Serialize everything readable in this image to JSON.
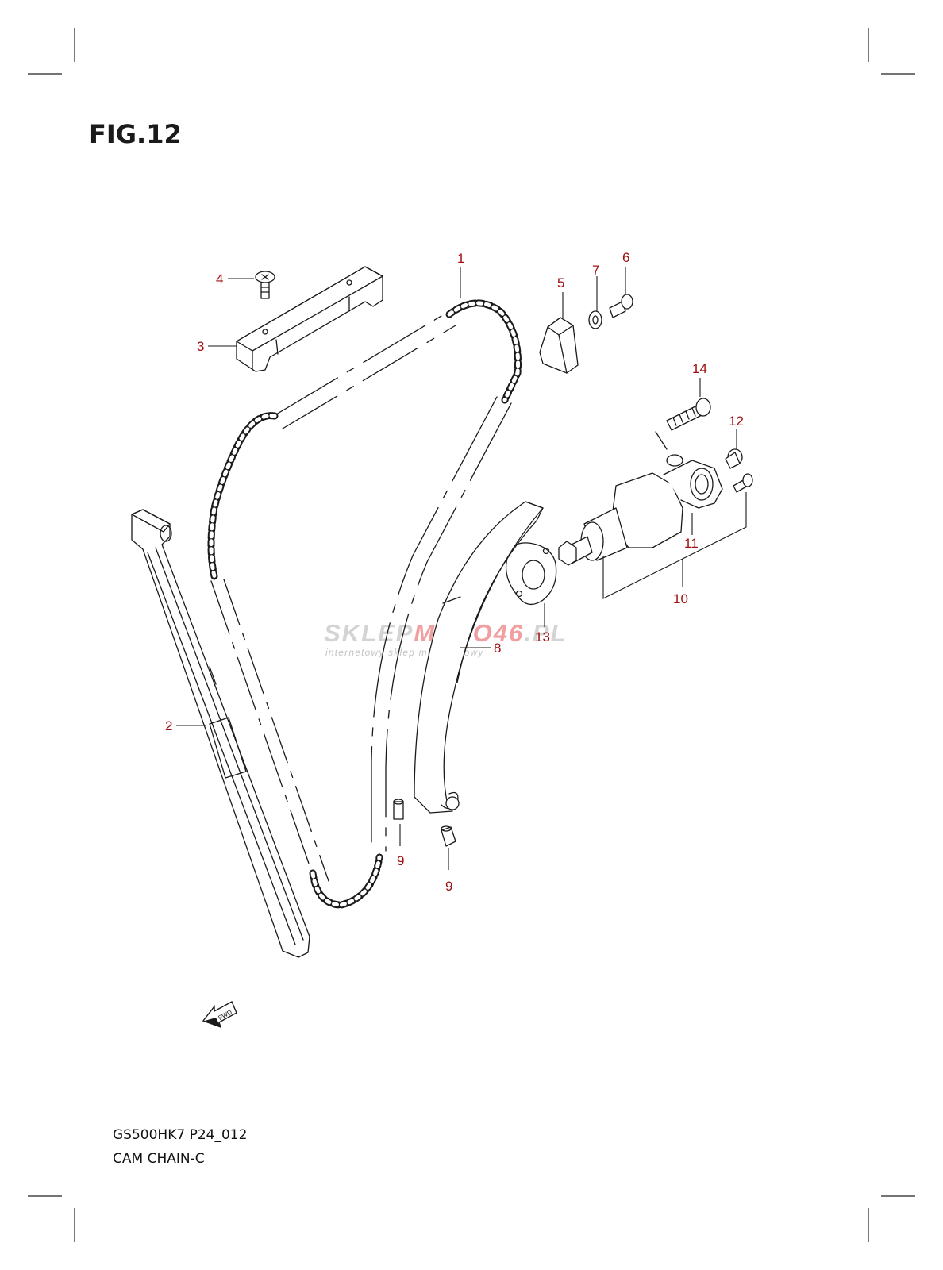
{
  "figure": {
    "title": "FIG.12",
    "model_code": "GS500HK7 P24_012",
    "section_name": "CAM CHAIN-C"
  },
  "watermark": {
    "brand_part1": "SKLEP",
    "brand_part2": "MOTO",
    "brand_part3": "46",
    "brand_part4": ".PL",
    "tagline": "internetowy sklep motocyklowy"
  },
  "direction_arrow": {
    "label": "FWD",
    "icon": "fwd-arrow-icon"
  },
  "callouts": [
    {
      "id": "callout-1",
      "label": "1"
    },
    {
      "id": "callout-2",
      "label": "2"
    },
    {
      "id": "callout-3",
      "label": "3"
    },
    {
      "id": "callout-4",
      "label": "4"
    },
    {
      "id": "callout-5",
      "label": "5"
    },
    {
      "id": "callout-6",
      "label": "6"
    },
    {
      "id": "callout-7",
      "label": "7"
    },
    {
      "id": "callout-8",
      "label": "8"
    },
    {
      "id": "callout-9a",
      "label": "9"
    },
    {
      "id": "callout-9b",
      "label": "9"
    },
    {
      "id": "callout-10",
      "label": "10"
    },
    {
      "id": "callout-11",
      "label": "11"
    },
    {
      "id": "callout-12",
      "label": "12"
    },
    {
      "id": "callout-13",
      "label": "13"
    },
    {
      "id": "callout-14",
      "label": "14"
    }
  ],
  "colors": {
    "callout": "#a01010",
    "line": "#1a1a1a",
    "watermark": "#d4d4d4",
    "watermark_accent": "#f0a0a0"
  }
}
